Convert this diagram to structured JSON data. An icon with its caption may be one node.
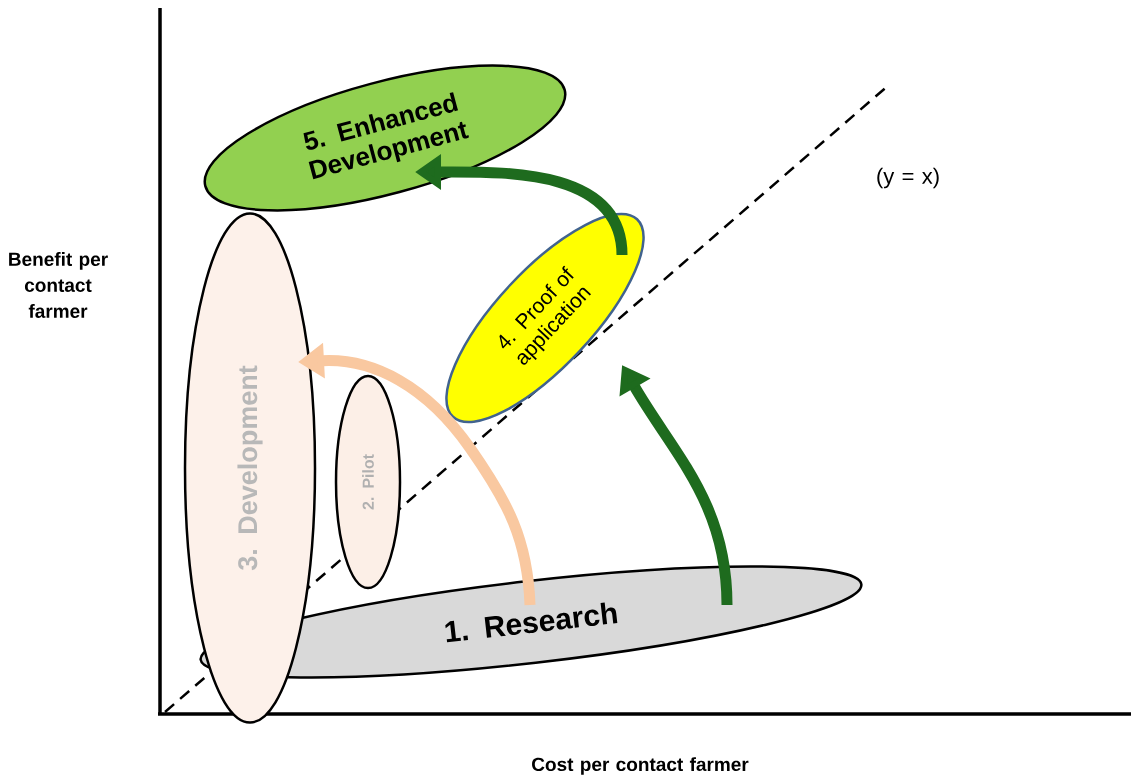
{
  "diagram": {
    "nodes": [
      {
        "text": [
          "1. Research"
        ]
      },
      {
        "text": [
          "2. Pilot"
        ]
      },
      {
        "text": [
          "3. Development"
        ]
      },
      {
        "text": [
          "4. Proof of application"
        ]
      },
      {
        "text": [
          "5. Enhanced Development"
        ]
      }
    ],
    "edges": [
      {
        "from": 0,
        "to": 2,
        "arrow": "to",
        "color": "#f9c8a0"
      },
      {
        "from": 0,
        "to": 3,
        "arrow": "to"
      },
      {
        "from": 3,
        "to": 4,
        "arrow": "to"
      }
    ],
    "labels": [
      "(y = x)",
      "Benefit per contact farmer",
      "Cost per contact farmer"
    ]
  }
}
